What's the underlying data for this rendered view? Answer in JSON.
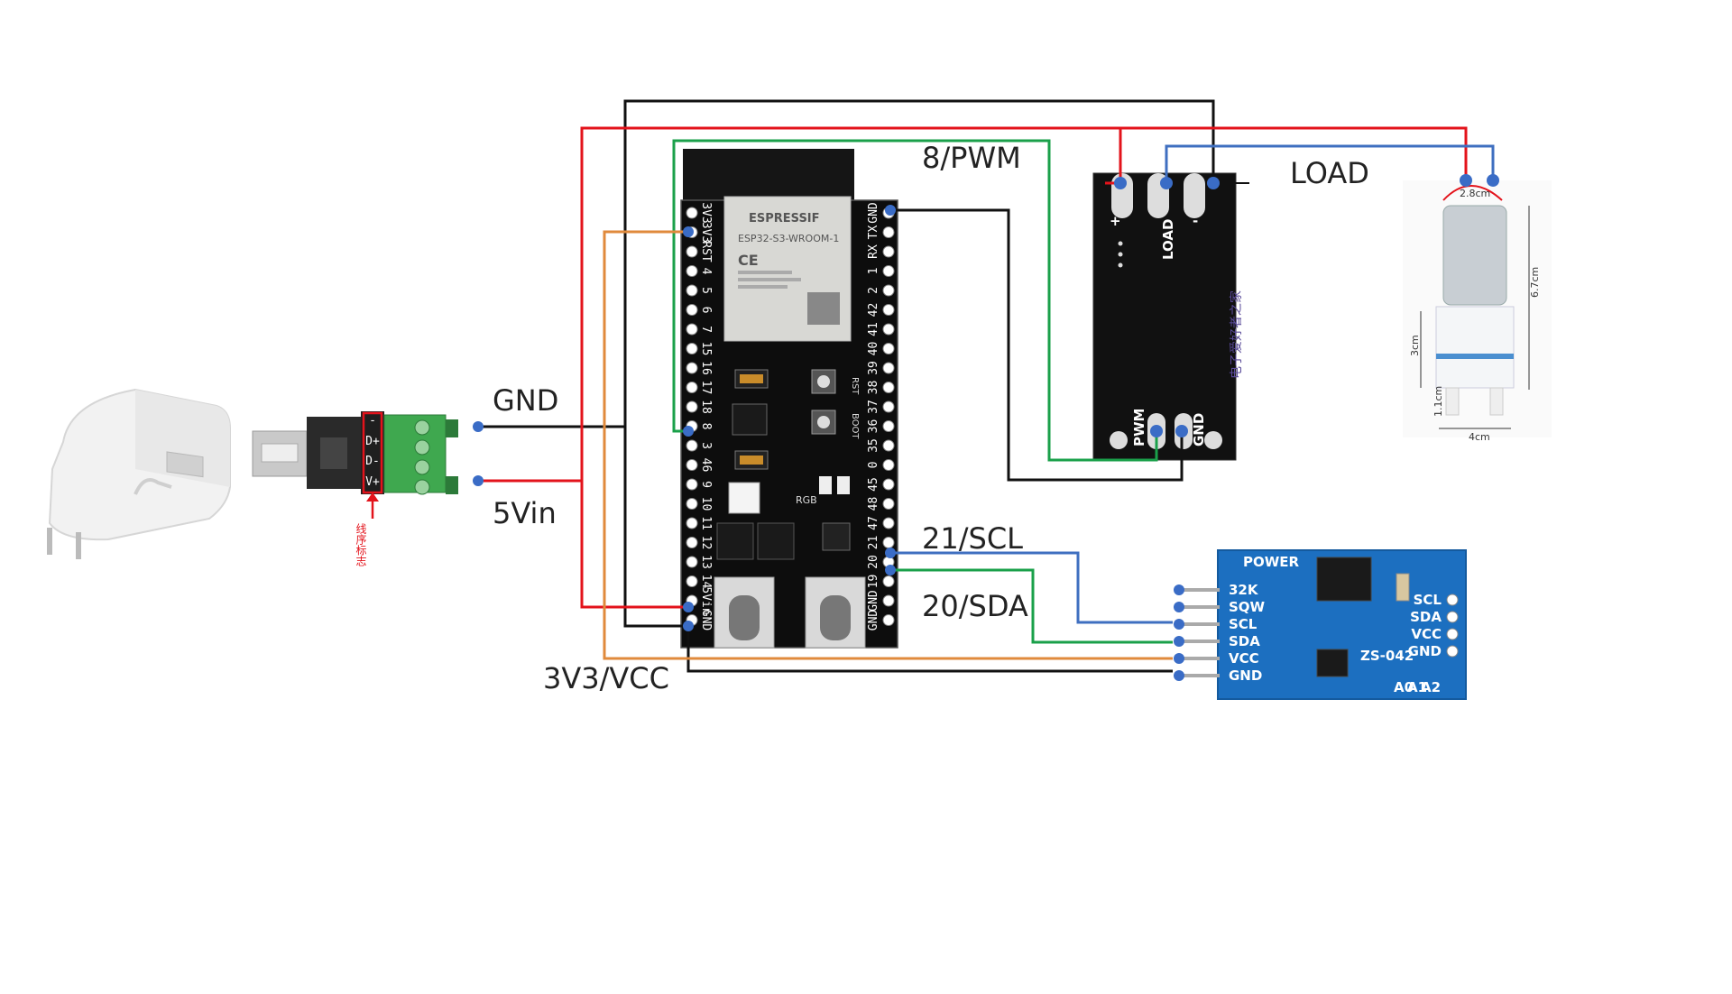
{
  "labels": {
    "gnd": "GND",
    "vin": "5Vin",
    "pwm": "8/PWM",
    "load": "LOAD",
    "scl": "21/SCL",
    "sda": "20/SDA",
    "vcc": "3V3/VCC"
  },
  "adapter": {
    "pins": [
      "V+",
      "D-",
      "D+",
      "-"
    ],
    "mark": "线序标志"
  },
  "esp32": {
    "brand": "ESPRESSIF",
    "module": "ESP32-S3-WROOM-1",
    "ce": "CE",
    "buttons": [
      "RST",
      "BOOT"
    ],
    "rgb": "RGB",
    "left_pins": [
      "3V3",
      "3V3",
      "RST",
      "4",
      "5",
      "6",
      "7",
      "15",
      "16",
      "17",
      "18",
      "8",
      "3",
      "46",
      "9",
      "10",
      "11",
      "12",
      "13",
      "14",
      "5Vin",
      "GND"
    ],
    "right_pins": [
      "GND",
      "TX",
      "RX",
      "1",
      "2",
      "42",
      "41",
      "40",
      "39",
      "38",
      "37",
      "36",
      "35",
      "0",
      "45",
      "48",
      "47",
      "21",
      "20",
      "19",
      "GND",
      "GND"
    ]
  },
  "mosfet": {
    "plus": "+",
    "minus": "-",
    "load": "LOAD",
    "pwm": "PWM",
    "gnd": "GND",
    "chinese": "电子爱好者之家"
  },
  "rtc": {
    "power": "POWER",
    "left_pins": [
      "32K",
      "SQW",
      "SCL",
      "SDA",
      "VCC",
      "GND"
    ],
    "right_pins": [
      "SCL",
      "SDA",
      "VCC",
      "GND"
    ],
    "model": "ZS-042",
    "addr": [
      "A0",
      "A1",
      "A2"
    ]
  },
  "pump": {
    "dims": [
      "2.8cm",
      "6.7cm",
      "3cm",
      "1.1cm",
      "4cm"
    ]
  },
  "colors": {
    "red": "#e3131b",
    "black": "#111111",
    "green": "#1aa04a",
    "blue": "#3f6fc0",
    "orange": "#e08a3c"
  }
}
